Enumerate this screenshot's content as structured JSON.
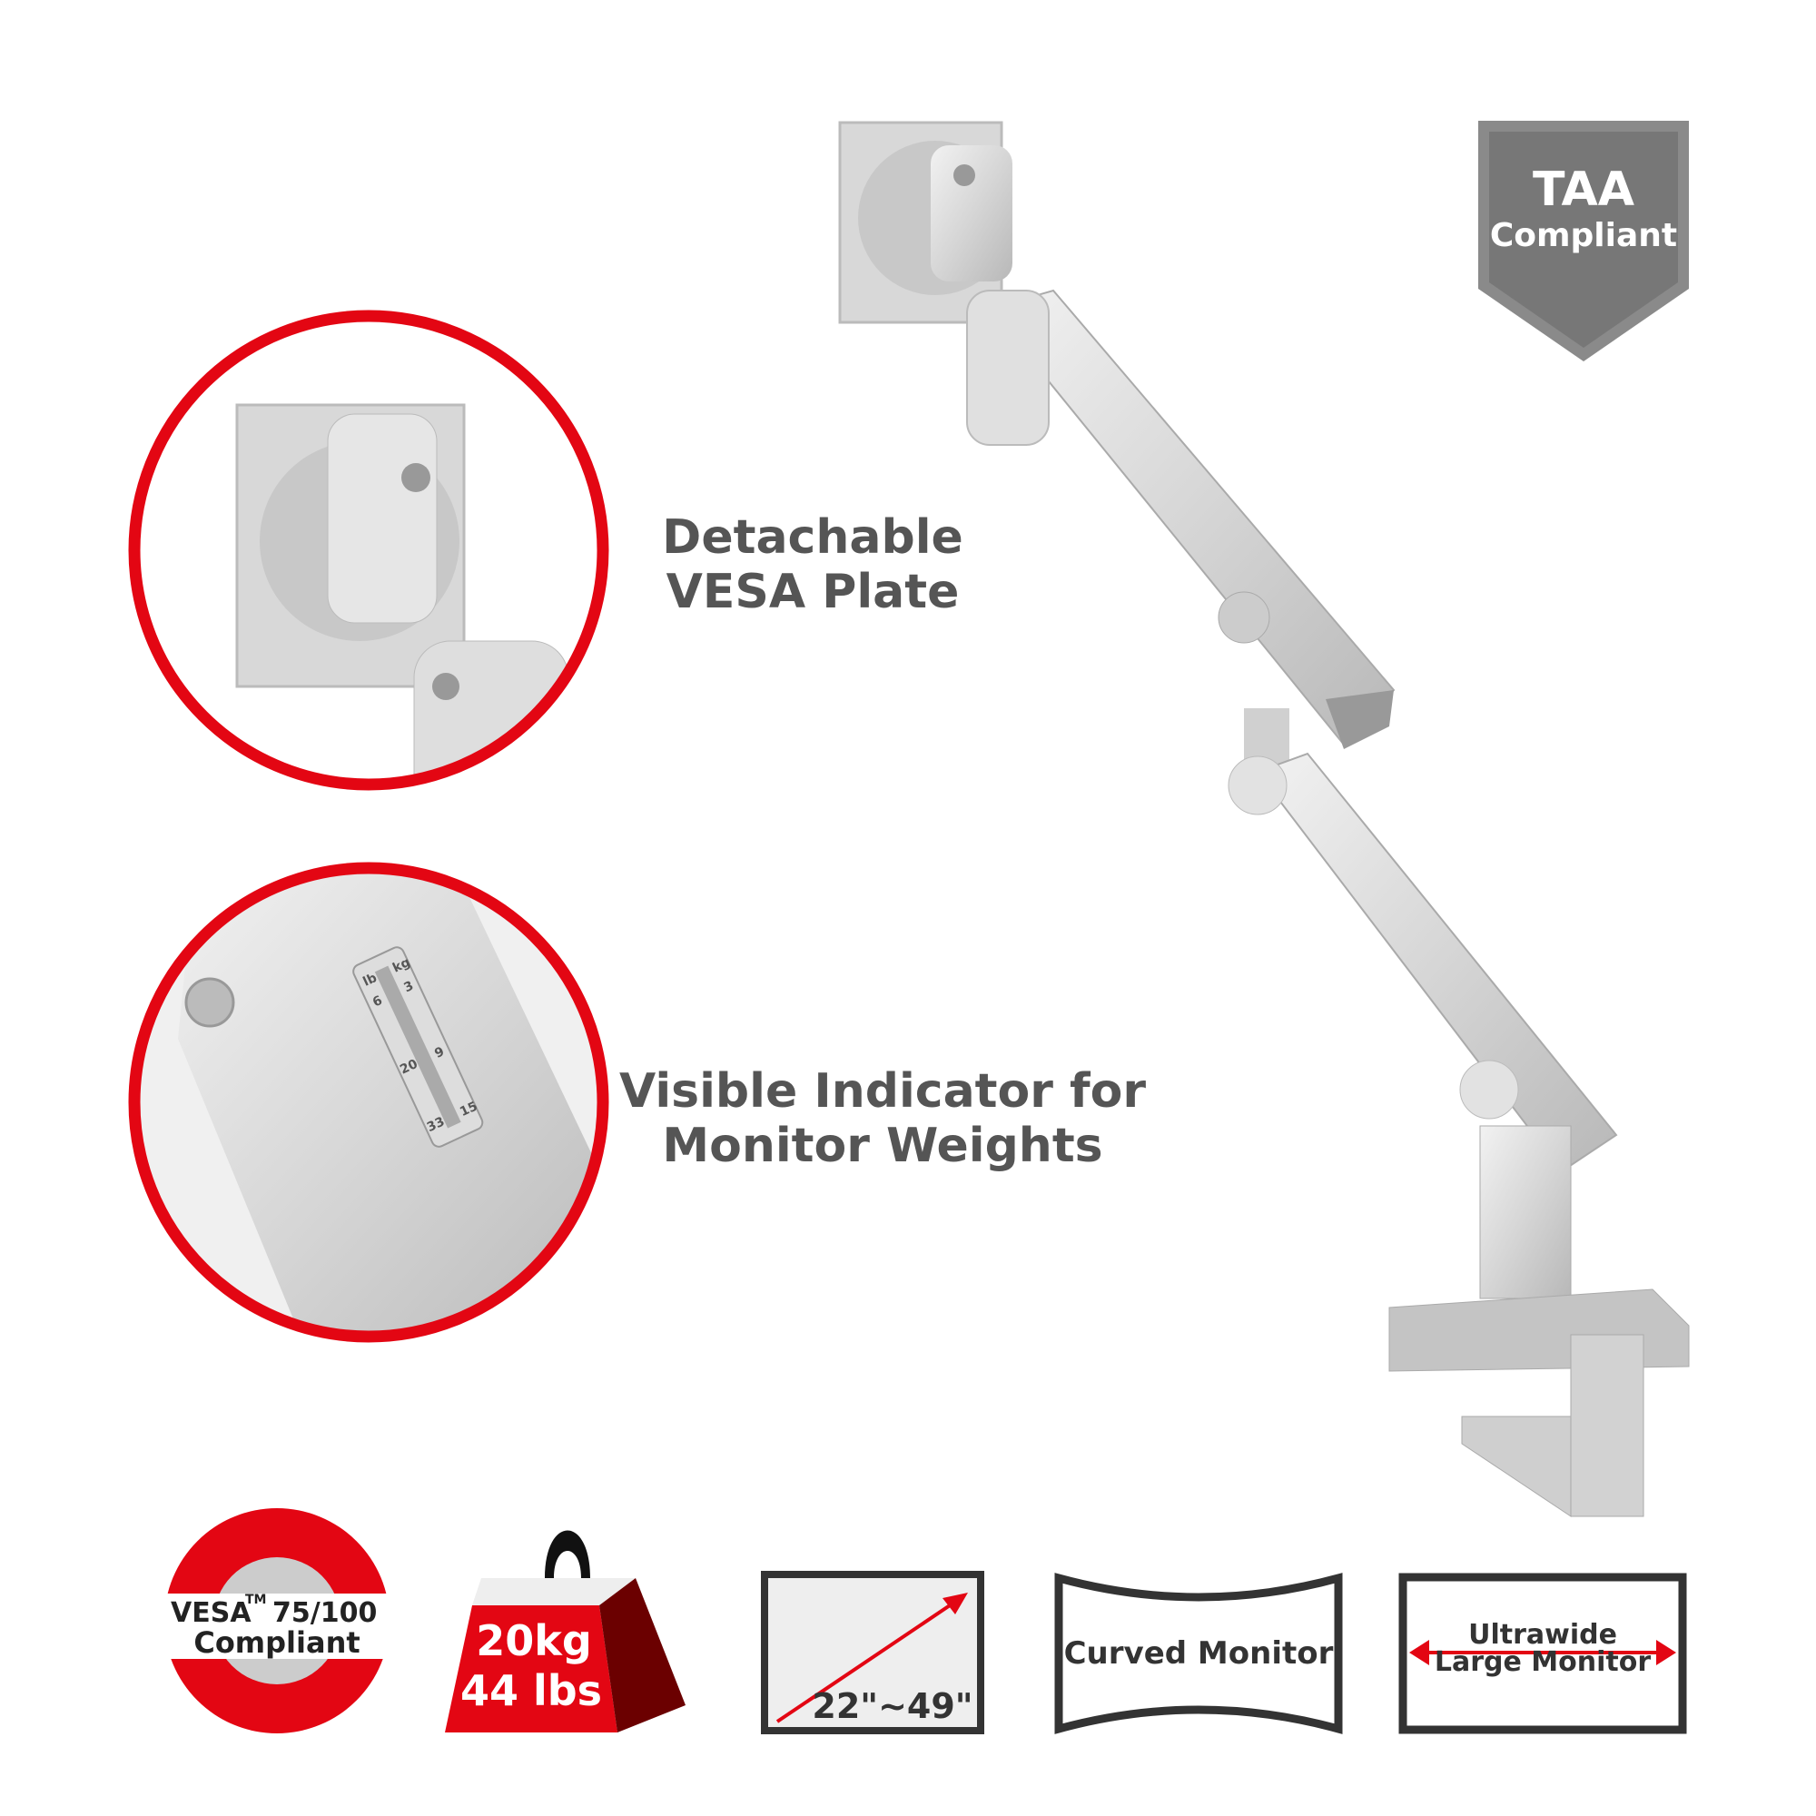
{
  "badge": {
    "line1": "TAA",
    "line2": "Compliant"
  },
  "features": [
    {
      "line1": "Detachable",
      "line2": "VESA Plate"
    },
    {
      "line1": "Visible Indicator for",
      "line2": "Monitor Weights"
    }
  ],
  "indicator_scale": {
    "left": [
      "lb",
      "6",
      "20",
      "33"
    ],
    "right": [
      "kg",
      "3",
      "9",
      "15"
    ]
  },
  "icons": {
    "vesa": {
      "line1": "VESA",
      "tm": "TM",
      "line1b": "75/100",
      "line2": "Compliant"
    },
    "weight": {
      "line1": "20kg",
      "line2": "44 lbs"
    },
    "size": {
      "label": "22\"~49\""
    },
    "curved": {
      "label": "Curved Monitor"
    },
    "ultrawide": {
      "line1": "Ultrawide",
      "line2": "Large Monitor"
    }
  },
  "colors": {
    "accent": "#e30613",
    "dark": "#333333",
    "silver": "#d4d4d4",
    "badge": "#7a7a7a"
  }
}
